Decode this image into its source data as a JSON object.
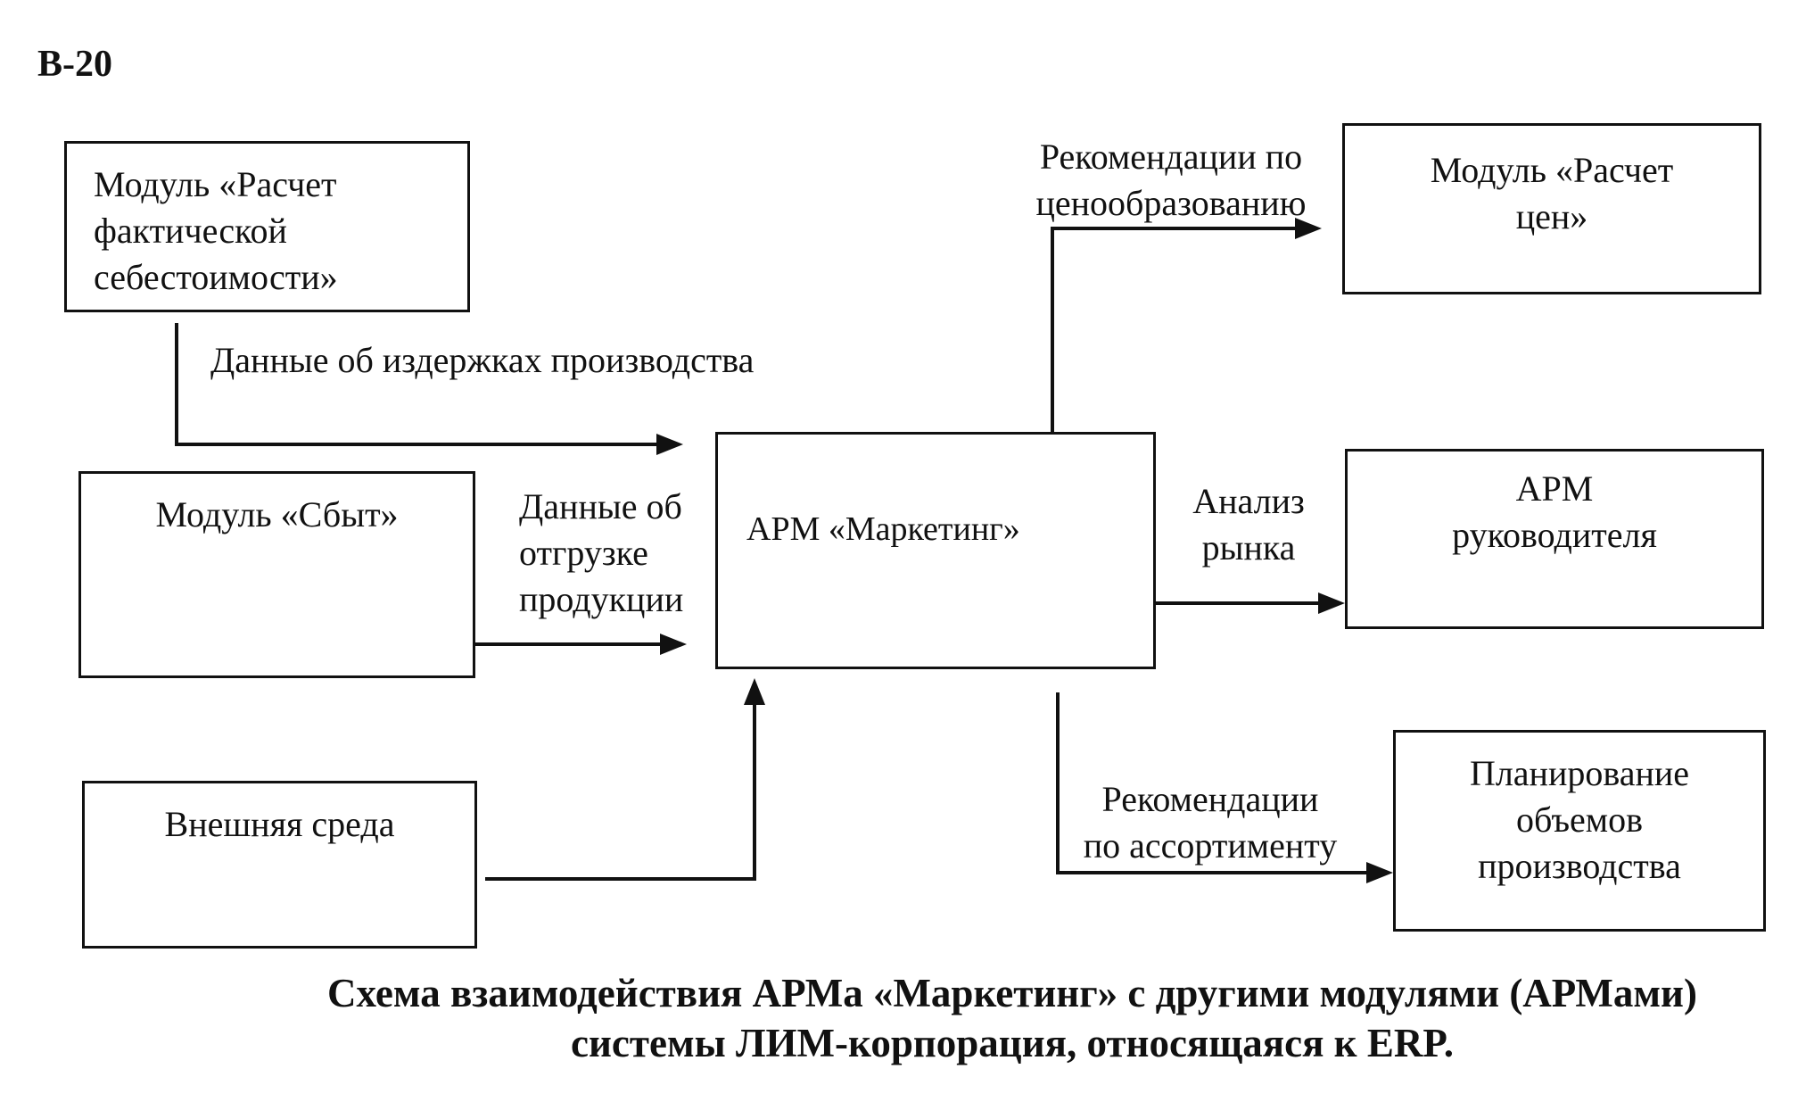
{
  "page_code": "В-20",
  "boxes": {
    "cost_module": {
      "lines": [
        "Модуль «Расчет",
        "фактической",
        "себестоимости»"
      ]
    },
    "sales_module": {
      "lines": [
        "Модуль «Сбыт»"
      ]
    },
    "environment": {
      "lines": [
        "Внешняя среда"
      ]
    },
    "marketing_arm": {
      "lines": [
        "АРМ «Маркетинг»"
      ]
    },
    "pricing_module": {
      "lines": [
        "Модуль «Расчет",
        "цен»"
      ]
    },
    "manager_arm": {
      "lines": [
        "АРМ",
        "руководителя"
      ]
    },
    "production_planning": {
      "lines": [
        "Планирование",
        "объемов",
        "производства"
      ]
    }
  },
  "labels": {
    "cost_data": [
      "Данные об издержках производства"
    ],
    "shipment_data": [
      "Данные об",
      "отгрузке",
      "продукции"
    ],
    "pricing_recs": [
      "Рекомендации по",
      "ценообразованию"
    ],
    "market_analysis": [
      "Анализ",
      "рынка"
    ],
    "assortment_recs": [
      "Рекомендации",
      "по ассортименту"
    ]
  },
  "caption": [
    "Схема взаимодействия АРМа «Маркетинг» с другими модулями (АРМами)",
    "системы ЛИМ-корпорация, относящаяся к ERP."
  ]
}
